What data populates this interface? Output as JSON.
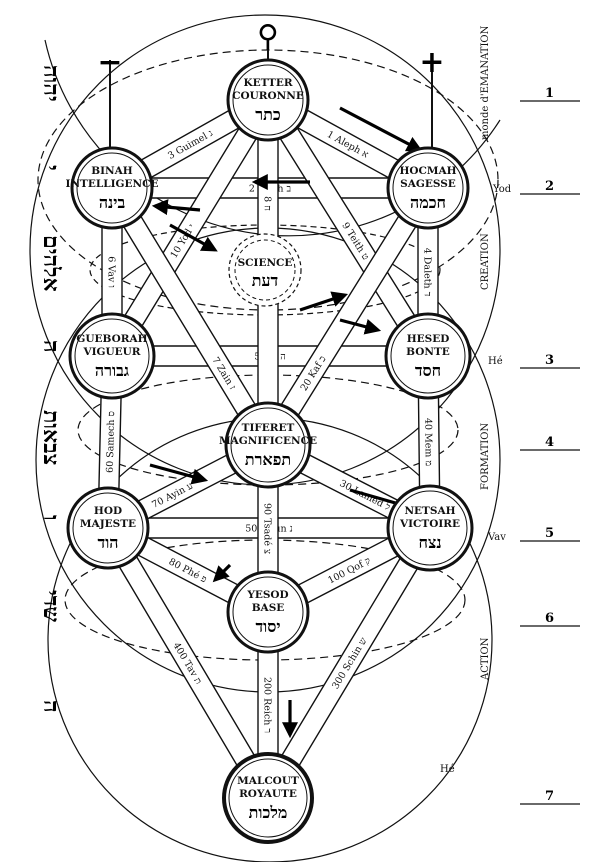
{
  "symbols": {
    "top": "⚲",
    "minus": "−",
    "plus": "+"
  },
  "sephirot": [
    {
      "id": "ketter",
      "name": "KETTER",
      "subtitle": "COURONNE",
      "hebrew": "כתר"
    },
    {
      "id": "binah",
      "name": "BINAH",
      "subtitle": "INTELLIGENCE",
      "hebrew": "בינה"
    },
    {
      "id": "hocmah",
      "name": "HOCMAH",
      "subtitle": "SAGESSE",
      "hebrew": "חכמה"
    },
    {
      "id": "science",
      "name": "SCIENCE",
      "subtitle": "",
      "hebrew": "דעת"
    },
    {
      "id": "gueborah",
      "name": "GUEBORAH",
      "subtitle": "VIGUEUR",
      "hebrew": "גבורה"
    },
    {
      "id": "hesed",
      "name": "HESED",
      "subtitle": "BONTE",
      "hebrew": "חסד"
    },
    {
      "id": "tiferet",
      "name": "TIFERET",
      "subtitle": "MAGNIFICENCE",
      "hebrew": "תפארת"
    },
    {
      "id": "hod",
      "name": "HOD",
      "subtitle": "MAJESTE",
      "hebrew": "הוד"
    },
    {
      "id": "netsah",
      "name": "NETSAH",
      "subtitle": "VICTOIRE",
      "hebrew": "נצח"
    },
    {
      "id": "yesod",
      "name": "YESOD",
      "subtitle": "BASE",
      "hebrew": "יסוד"
    },
    {
      "id": "malcout",
      "name": "MALCOUT",
      "subtitle": "ROYAUTE",
      "hebrew": "מלכות"
    }
  ],
  "paths": [
    {
      "id": "p-guimel",
      "label": "3 Guimel ג"
    },
    {
      "id": "p-aleph",
      "label": "1 Aleph א"
    },
    {
      "id": "p-beith",
      "label": "2 Beith ב"
    },
    {
      "id": "p-he",
      "label": "5 Hé ה"
    },
    {
      "id": "p-noun",
      "label": "50 Noun נ"
    },
    {
      "id": "p-vav",
      "label": "6 Vav ו"
    },
    {
      "id": "p-daleth",
      "label": "4 Daleth ד"
    },
    {
      "id": "p-teith",
      "label": "9 Teith ט"
    },
    {
      "id": "p-yod",
      "label": "10 Yod י"
    },
    {
      "id": "p-zain",
      "label": "7 Zain ז"
    },
    {
      "id": "p-kaf",
      "label": "20 Kaf כ"
    },
    {
      "id": "p-samech",
      "label": "60 Samech ס"
    },
    {
      "id": "p-mem",
      "label": "40 Mem מ"
    },
    {
      "id": "p-ayin",
      "label": "70 Ayin ע"
    },
    {
      "id": "p-lamed",
      "label": "30 Lamed ל"
    },
    {
      "id": "p-tsade",
      "label": "90 Tsadé צ"
    },
    {
      "id": "p-phe",
      "label": "80 Phé פ"
    },
    {
      "id": "p-qof",
      "label": "100 Qof ק"
    },
    {
      "id": "p-tav",
      "label": "400 Tav ת"
    },
    {
      "id": "p-schin",
      "label": "300 Schin ש"
    },
    {
      "id": "p-reich",
      "label": "200 Reich ר"
    },
    {
      "id": "p-heth",
      "label": "8 ח"
    }
  ],
  "worlds": [
    "monde d'EMANATION",
    "CREATION",
    "FORMATION",
    "ACTION"
  ],
  "letters": [
    "Yod",
    "Hé",
    "Vav",
    "Hé"
  ],
  "numbers": [
    "1",
    "2",
    "3",
    "4",
    "5",
    "6",
    "7"
  ],
  "left_hebrew": [
    "יהוה",
    "י",
    "אלהים",
    "ה",
    "צבאות",
    "ו",
    "שדי",
    "ה"
  ]
}
